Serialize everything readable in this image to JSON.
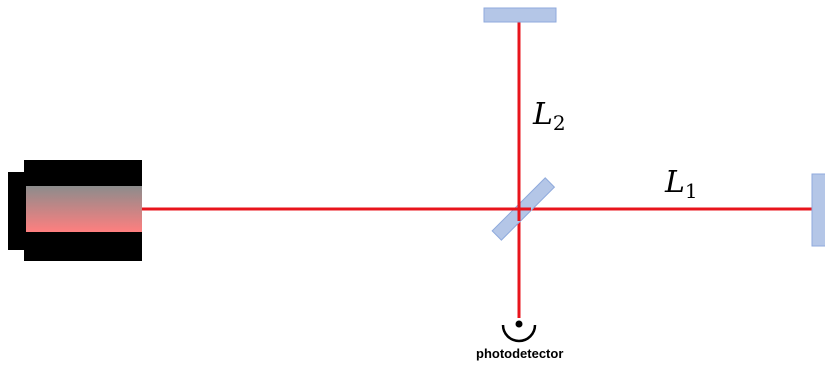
{
  "diagram": {
    "labels": {
      "arm_2": {
        "symbol": "L",
        "subscript": "2"
      },
      "arm_1": {
        "symbol": "L",
        "subscript": "1"
      },
      "detector": "photodetector"
    },
    "colors": {
      "beam": "#e8141c",
      "mirror": "#b4c6e7",
      "mirror_edge": "#8faadc",
      "laser_body": "#000000",
      "laser_glow_top": "#8c8c8c",
      "laser_glow_bottom": "#ff7f7f"
    },
    "components": [
      "laser",
      "beam-splitter",
      "mirror-arm-1",
      "mirror-arm-2",
      "photodetector"
    ]
  }
}
